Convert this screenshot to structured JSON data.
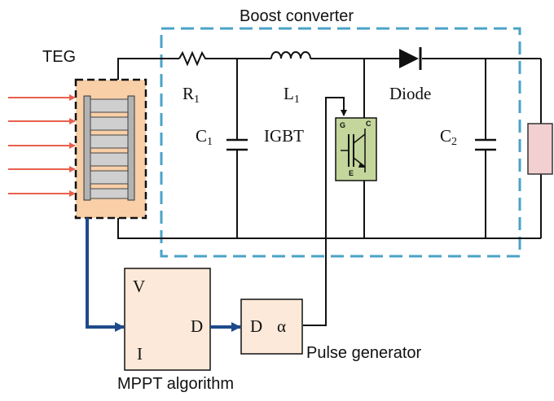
{
  "title": "Boost converter",
  "teg_label": "TEG",
  "components": {
    "r1": {
      "name": "R",
      "sub": "1"
    },
    "l1": {
      "name": "L",
      "sub": "1"
    },
    "c1": {
      "name": "C",
      "sub": "1"
    },
    "c2": {
      "name": "C",
      "sub": "2"
    },
    "diode": "Diode",
    "igbt": "IGBT",
    "igbt_pins": {
      "g": "G",
      "c": "C",
      "e": "E"
    }
  },
  "mppt": {
    "in_v": "V",
    "in_i": "I",
    "out_d": "D",
    "caption": "MPPT algorithm"
  },
  "pulse": {
    "in_d": "D",
    "out_alpha": "α",
    "caption": "Pulse generator"
  },
  "colors": {
    "heat_arrow": "#e8604c",
    "teg_fill": "#f9cfa8",
    "boundary": "#4aa3c8",
    "signal": "#1e4a8c",
    "block_fill": "#fde9d9",
    "igbt_fill": "#c3d69b",
    "load_fill": "#f2d0d2",
    "wire": "#111111"
  }
}
